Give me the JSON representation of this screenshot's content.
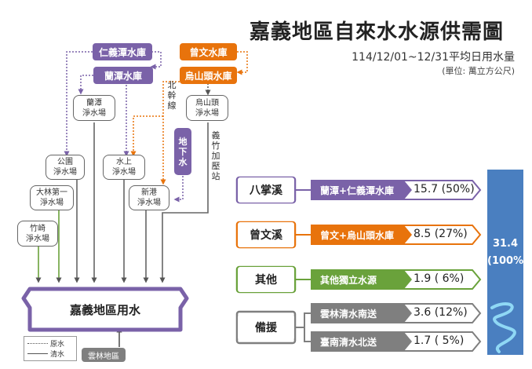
{
  "header": {
    "title": "嘉義地區自來水水源供需圖",
    "period": "114/12/01~12/31平均日用水量",
    "unit": "(單位: 萬立方公尺)"
  },
  "reservoirs": {
    "renyitan": "仁義潭水庫",
    "lantan": "蘭潭水庫",
    "zengwen": "曾文水庫",
    "wushantou": "烏山頭水庫"
  },
  "plants": {
    "lantan_l1": "蘭潭",
    "lantan_l2": "淨水場",
    "wushantou_l1": "烏山頭",
    "wushantou_l2": "淨水場",
    "gongyuan_l1": "公園",
    "gongyuan_l2": "淨水場",
    "shuishang_l1": "水上",
    "shuishang_l2": "淨水場",
    "dalin_l1": "大林第一",
    "dalin_l2": "淨水場",
    "xingang_l1": "新港",
    "xingang_l2": "淨水場",
    "zhuqi_l1": "竹崎",
    "zhuqi_l2": "淨水場"
  },
  "labels": {
    "north_line": [
      "北",
      "幹",
      "線"
    ],
    "underground": [
      "地",
      "下",
      "水"
    ],
    "yizhu": [
      "義",
      "竹",
      "加",
      "壓",
      "站"
    ]
  },
  "demand": {
    "label": "嘉義地區用水"
  },
  "legend": {
    "raw": "原水",
    "clean": "清水"
  },
  "yunlin": "雲林地區",
  "supply": {
    "rows": [
      {
        "category": "八掌溪",
        "source": "蘭潭+仁義潭水庫",
        "value": "15.7 (50%)"
      },
      {
        "category": "曾文溪",
        "source": "曾文+烏山頭水庫",
        "value": "8.5 (27%)"
      },
      {
        "category": "其他",
        "source": "其他獨立水源",
        "value": "1.9 (  6%)"
      }
    ],
    "backup": {
      "category": "備援",
      "items": [
        {
          "source": "雲林清水南送",
          "value": "3.6 (12%)"
        },
        {
          "source": "臺南清水北送",
          "value": "1.7 (  5%)"
        }
      ]
    },
    "total": {
      "value": "31.4",
      "percent": "(100%)"
    }
  },
  "colors": {
    "purple": "#7a62a8",
    "orange": "#e8730c",
    "green": "#6aa23b",
    "gray": "#7f7f7f",
    "blue": "#4a7fc0"
  }
}
